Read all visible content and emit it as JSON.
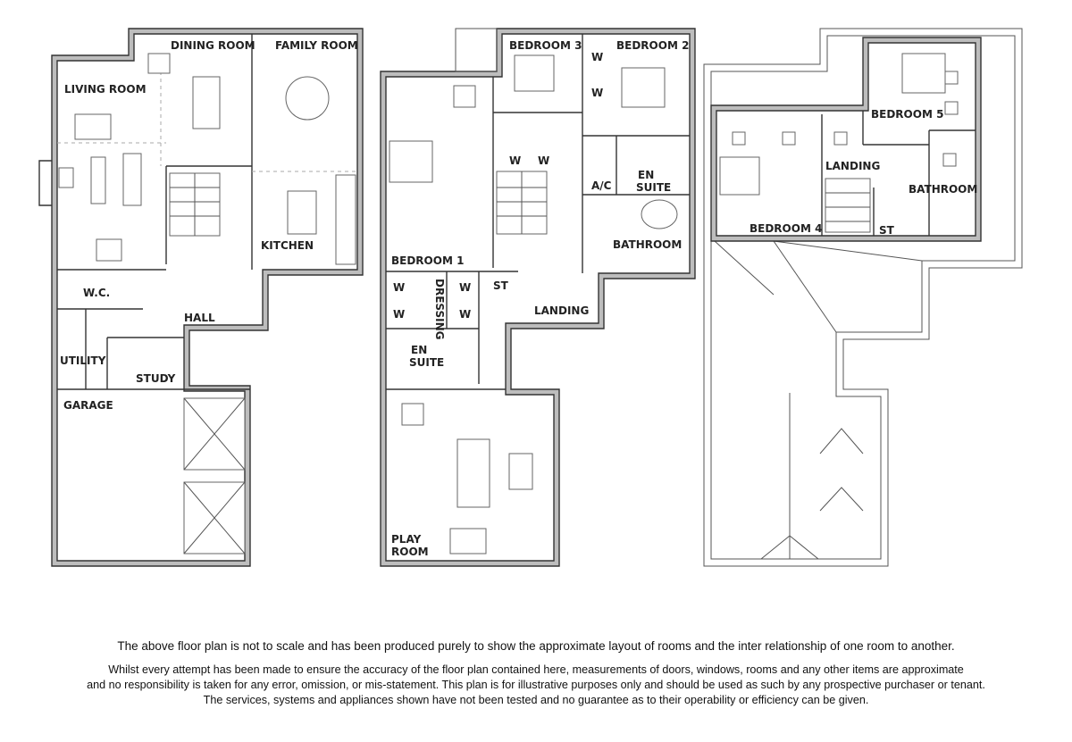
{
  "ground_floor": {
    "dining_room": "DINING ROOM",
    "family_room": "FAMILY ROOM",
    "living_room": "LIVING ROOM",
    "kitchen": "KITCHEN",
    "wc": "W.C.",
    "hall": "HALL",
    "utility": "UTILITY",
    "study": "STUDY",
    "garage": "GARAGE"
  },
  "first_floor": {
    "bedroom_3": "BEDROOM 3",
    "bedroom_2": "BEDROOM 2",
    "bedroom_1": "BEDROOM 1",
    "wardrobe": "W",
    "ac": "A/C",
    "en_suite_line1": "EN",
    "en_suite_line2": "SUITE",
    "bathroom": "BATHROOM",
    "storage": "ST",
    "dressing": "DRESSING",
    "landing": "LANDING",
    "play_room_line1": "PLAY",
    "play_room_line2": "ROOM"
  },
  "second_floor": {
    "bedroom_5": "BEDROOM 5",
    "landing": "LANDING",
    "bathroom": "BATHROOM",
    "bedroom_4": "BEDROOM 4",
    "storage": "ST"
  },
  "disclaimer": {
    "line1": "The above floor plan is not to scale and has been produced purely to show the approximate layout of rooms and the inter relationship of one room to another.",
    "line2": "Whilst every attempt has been made to ensure the accuracy of the floor plan contained here, measurements of doors, windows, rooms and any other items are approximate",
    "line3": "and no responsibility is taken for any error, omission, or mis-statement. This plan is for illustrative purposes only and should be used as such by any prospective purchaser or tenant.",
    "line4": "The services, systems and appliances shown have not been tested and no guarantee as to their operability or efficiency can be given."
  }
}
